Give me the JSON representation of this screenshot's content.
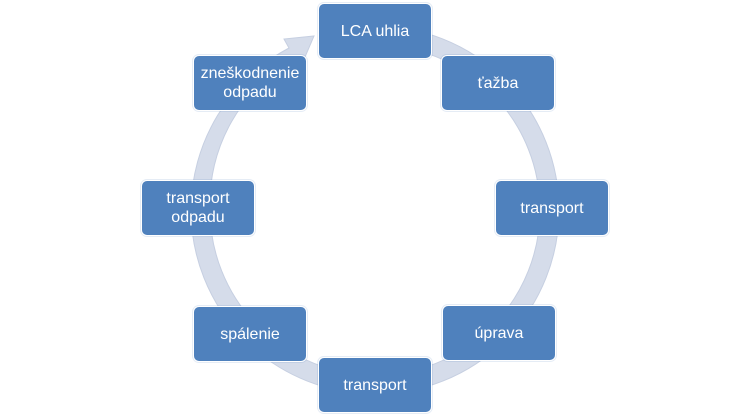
{
  "diagram": {
    "type": "cycle",
    "colors": {
      "node_fill": "#4f81bd",
      "node_text": "#ffffff",
      "ring": "#d5dcea"
    },
    "nodes": [
      {
        "id": "n1",
        "label": "LCA  uhlia"
      },
      {
        "id": "n2",
        "label": "ťažba"
      },
      {
        "id": "n3",
        "label": "transport"
      },
      {
        "id": "n4",
        "label": "úprava"
      },
      {
        "id": "n5",
        "label": "transport"
      },
      {
        "id": "n6",
        "label": "spálenie"
      },
      {
        "id": "n7",
        "label": "transport\nodpadu"
      },
      {
        "id": "n8",
        "label": "zneškodnenie\nodpadu"
      }
    ]
  }
}
